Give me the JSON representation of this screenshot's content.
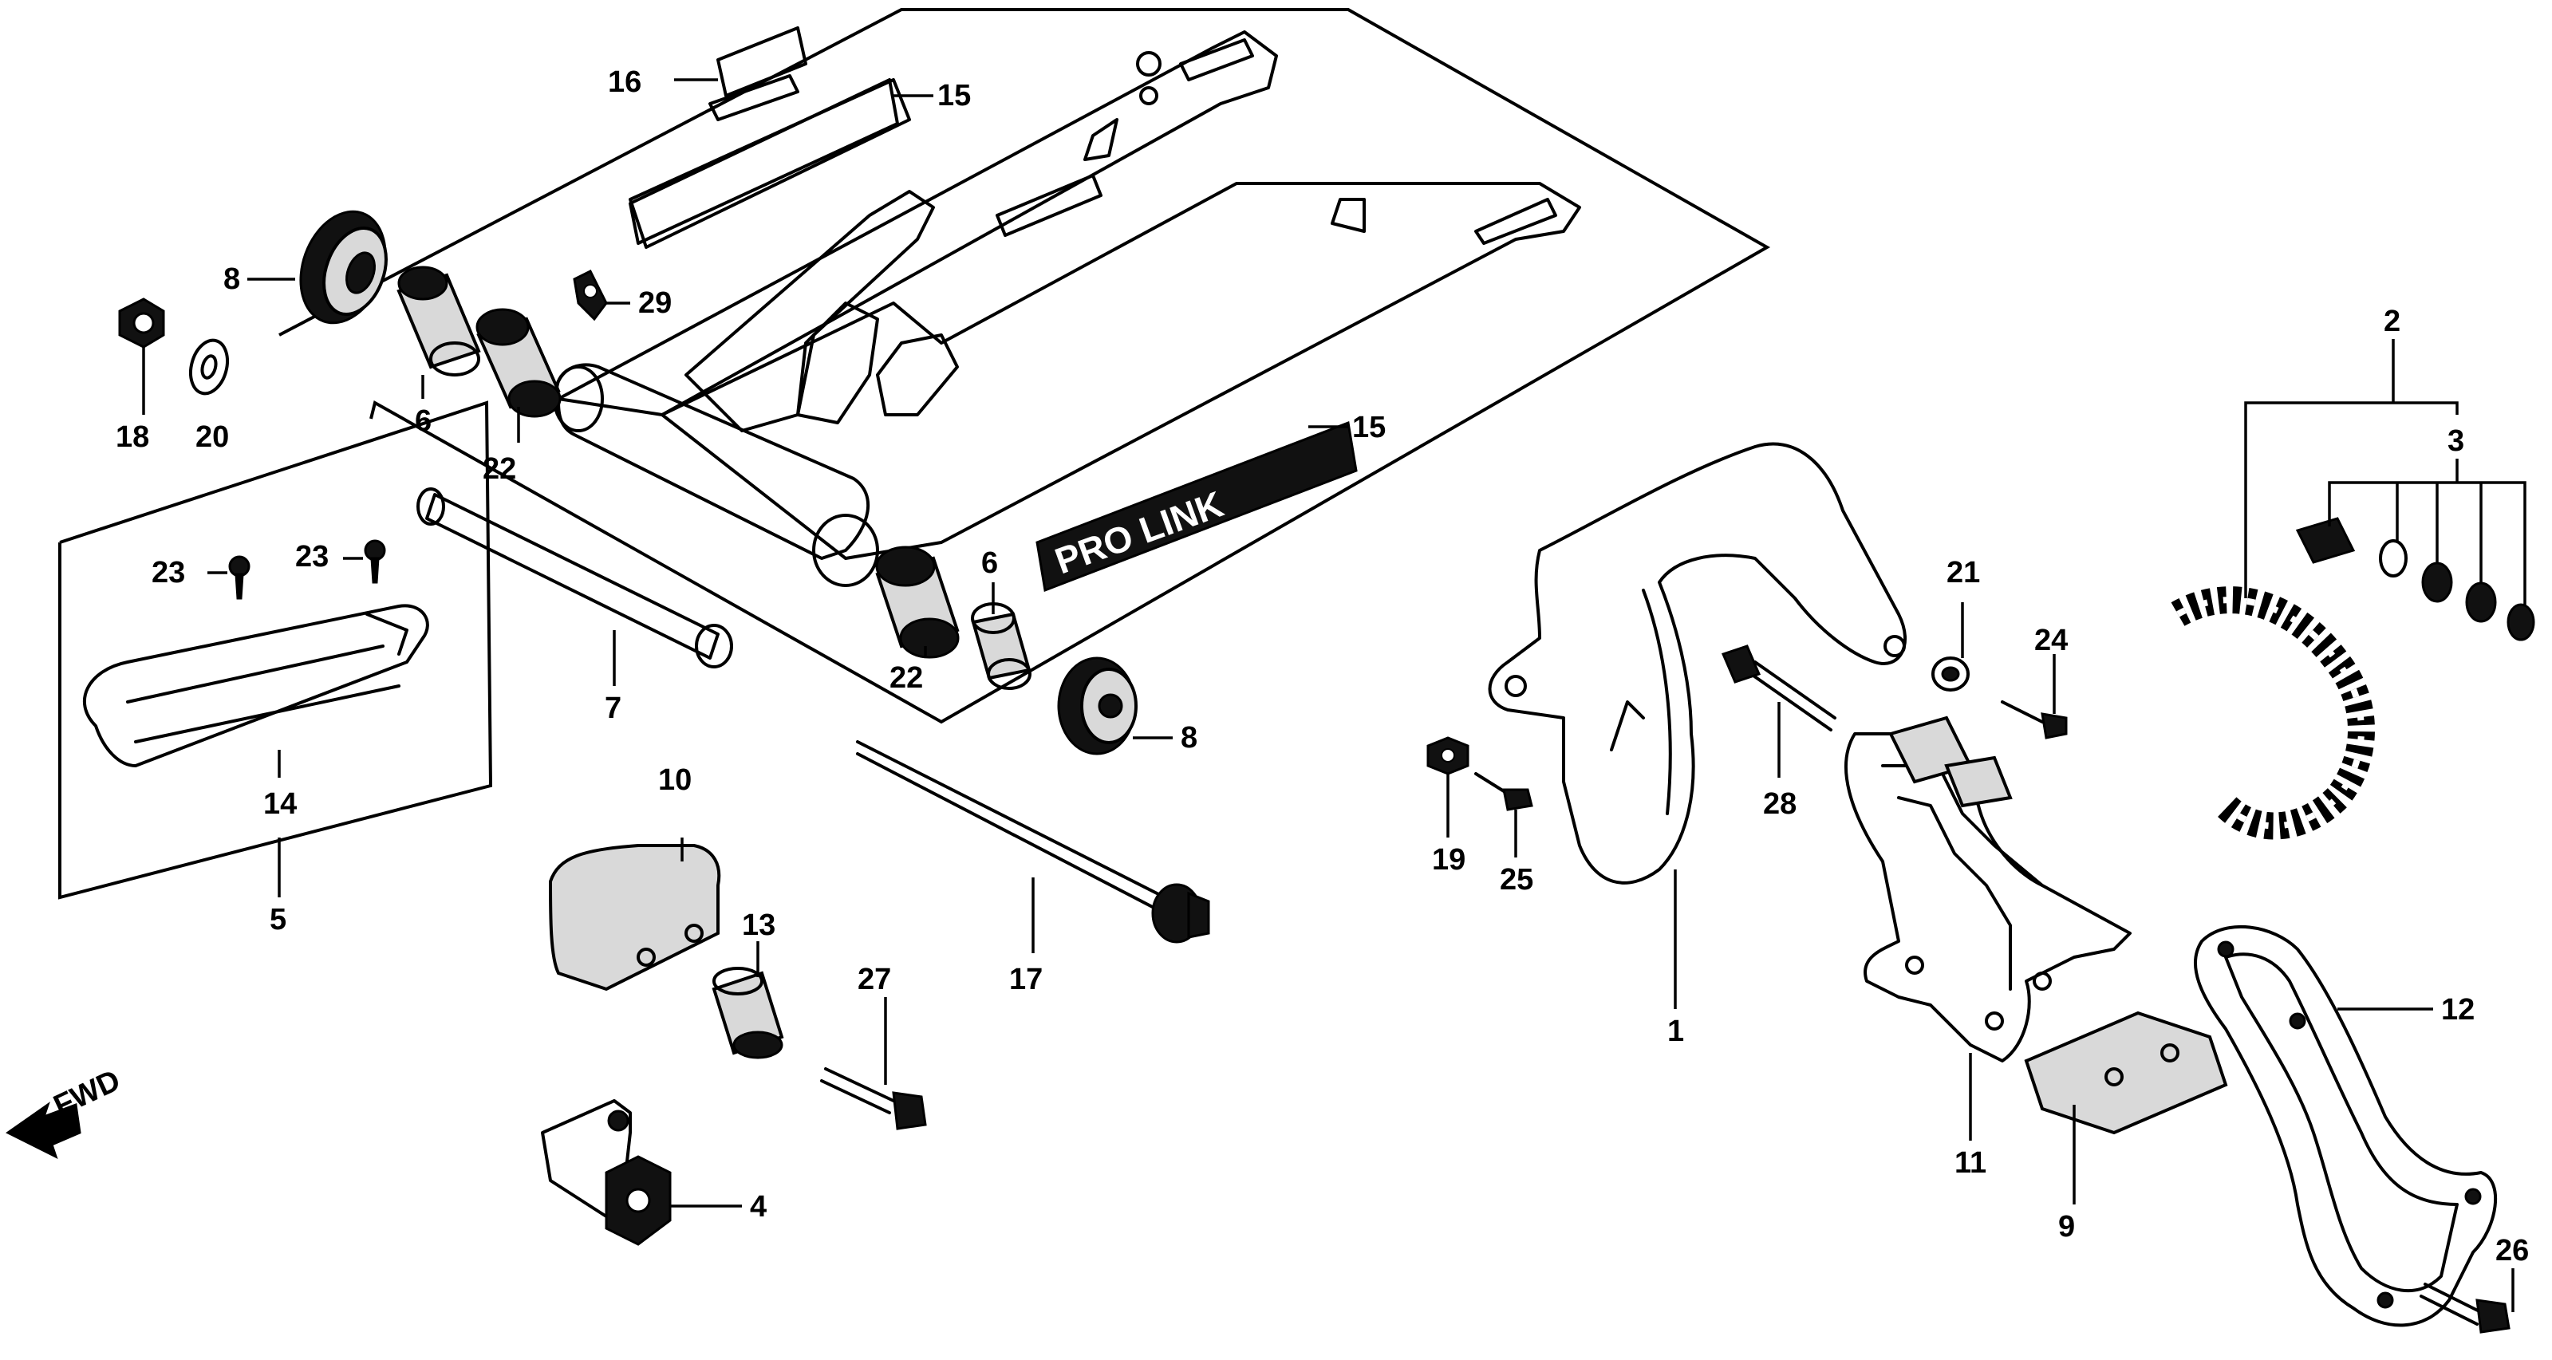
{
  "diagram": {
    "direction_label": "FWD",
    "callouts": [
      {
        "id": "c1",
        "text": "1"
      },
      {
        "id": "c2",
        "text": "2"
      },
      {
        "id": "c3",
        "text": "3"
      },
      {
        "id": "c4",
        "text": "4"
      },
      {
        "id": "c5",
        "text": "5"
      },
      {
        "id": "c6a",
        "text": "6"
      },
      {
        "id": "c6b",
        "text": "6"
      },
      {
        "id": "c7",
        "text": "7"
      },
      {
        "id": "c8a",
        "text": "8"
      },
      {
        "id": "c8b",
        "text": "8"
      },
      {
        "id": "c9",
        "text": "9"
      },
      {
        "id": "c10",
        "text": "10"
      },
      {
        "id": "c11",
        "text": "11"
      },
      {
        "id": "c12",
        "text": "12"
      },
      {
        "id": "c13",
        "text": "13"
      },
      {
        "id": "c14",
        "text": "14"
      },
      {
        "id": "c15a",
        "text": "15"
      },
      {
        "id": "c15b",
        "text": "15"
      },
      {
        "id": "c16",
        "text": "16"
      },
      {
        "id": "c17",
        "text": "17"
      },
      {
        "id": "c18",
        "text": "18"
      },
      {
        "id": "c19",
        "text": "19"
      },
      {
        "id": "c20",
        "text": "20"
      },
      {
        "id": "c21",
        "text": "21"
      },
      {
        "id": "c22a",
        "text": "22"
      },
      {
        "id": "c22b",
        "text": "22"
      },
      {
        "id": "c23a",
        "text": "23"
      },
      {
        "id": "c23b",
        "text": "23"
      },
      {
        "id": "c24",
        "text": "24"
      },
      {
        "id": "c25",
        "text": "25"
      },
      {
        "id": "c26",
        "text": "26"
      },
      {
        "id": "c27",
        "text": "27"
      },
      {
        "id": "c28",
        "text": "28"
      },
      {
        "id": "c29",
        "text": "29"
      }
    ],
    "decal_text": "PRO LINK"
  }
}
